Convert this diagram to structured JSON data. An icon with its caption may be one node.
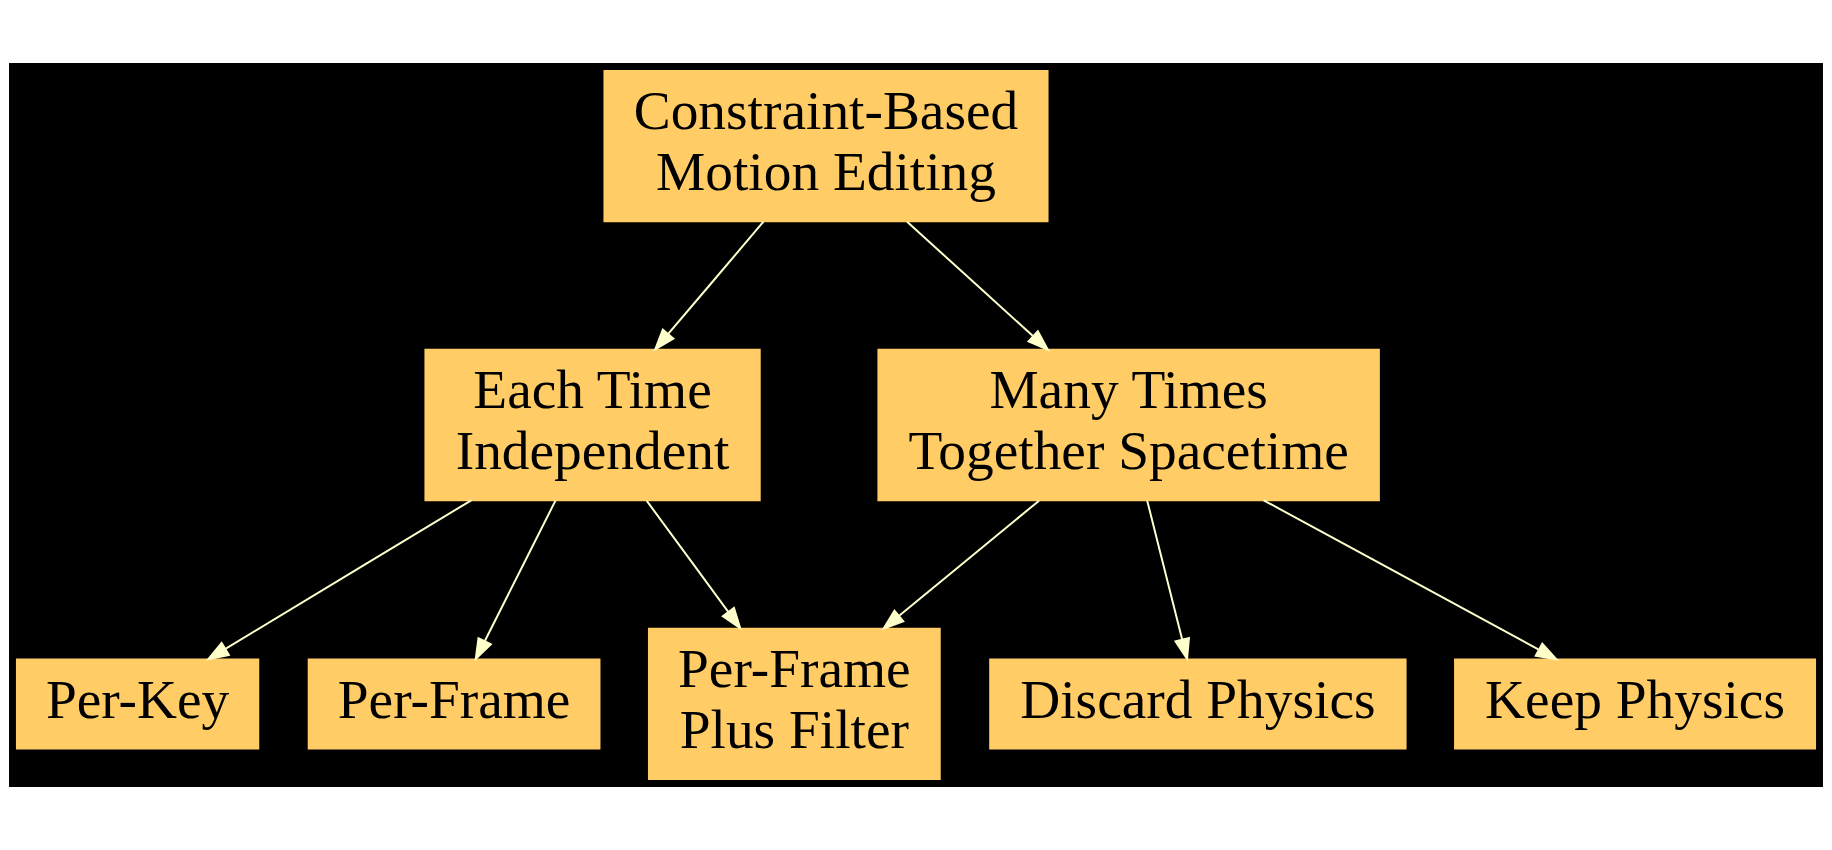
{
  "diagram": {
    "nodes": [
      {
        "text": [
          "Constraint-Based Motion Editing"
        ]
      },
      {
        "text": [
          "Each Time Independent"
        ]
      },
      {
        "text": [
          "Many Times Together Spacetime"
        ]
      },
      {
        "text": [
          "Per-Key"
        ]
      },
      {
        "text": [
          "Per-Frame"
        ]
      },
      {
        "text": [
          "Per-Frame Plus Filter"
        ]
      },
      {
        "text": [
          "Discard Physics"
        ]
      },
      {
        "text": [
          "Keep Physics"
        ]
      }
    ],
    "edges": [
      {
        "from": 0,
        "to": 1,
        "arrow": "to"
      },
      {
        "from": 0,
        "to": 2,
        "arrow": "to"
      },
      {
        "from": 1,
        "to": 3,
        "arrow": "to"
      },
      {
        "from": 1,
        "to": 4,
        "arrow": "to"
      },
      {
        "from": 1,
        "to": 5,
        "arrow": "to"
      },
      {
        "from": 2,
        "to": 5,
        "arrow": "to"
      },
      {
        "from": 2,
        "to": 6,
        "arrow": "to"
      },
      {
        "from": 2,
        "to": 7,
        "arrow": "to"
      }
    ]
  }
}
